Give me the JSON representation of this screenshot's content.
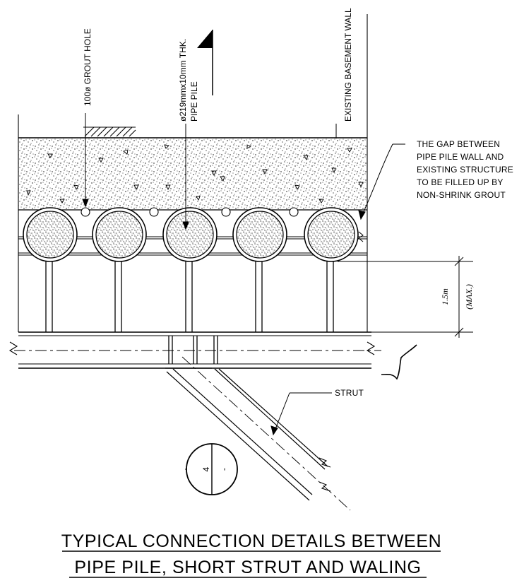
{
  "title": {
    "line1": "TYPICAL CONNECTION DETAILS BETWEEN",
    "line2": "PIPE PILE, SHORT STRUT AND WALING"
  },
  "labels": {
    "grout_hole": "100ø GROUT HOLE",
    "pipe_pile_line1": "ø219mmx10mm THK.",
    "pipe_pile_line2": "PIPE PILE",
    "basement_wall": "EXISTING BASEMENT WALL",
    "strut": "STRUT",
    "gap_note": [
      "THE GAP BETWEEN",
      "PIPE PILE WALL AND",
      "EXISTING STRUCTURE",
      "TO BE FILLED UP BY",
      "NON-SHRINK GROUT"
    ]
  },
  "dimension": {
    "value": "1.5m",
    "note": "(MAX.)"
  },
  "section_marker": {
    "number": "4",
    "sheet": "-"
  }
}
